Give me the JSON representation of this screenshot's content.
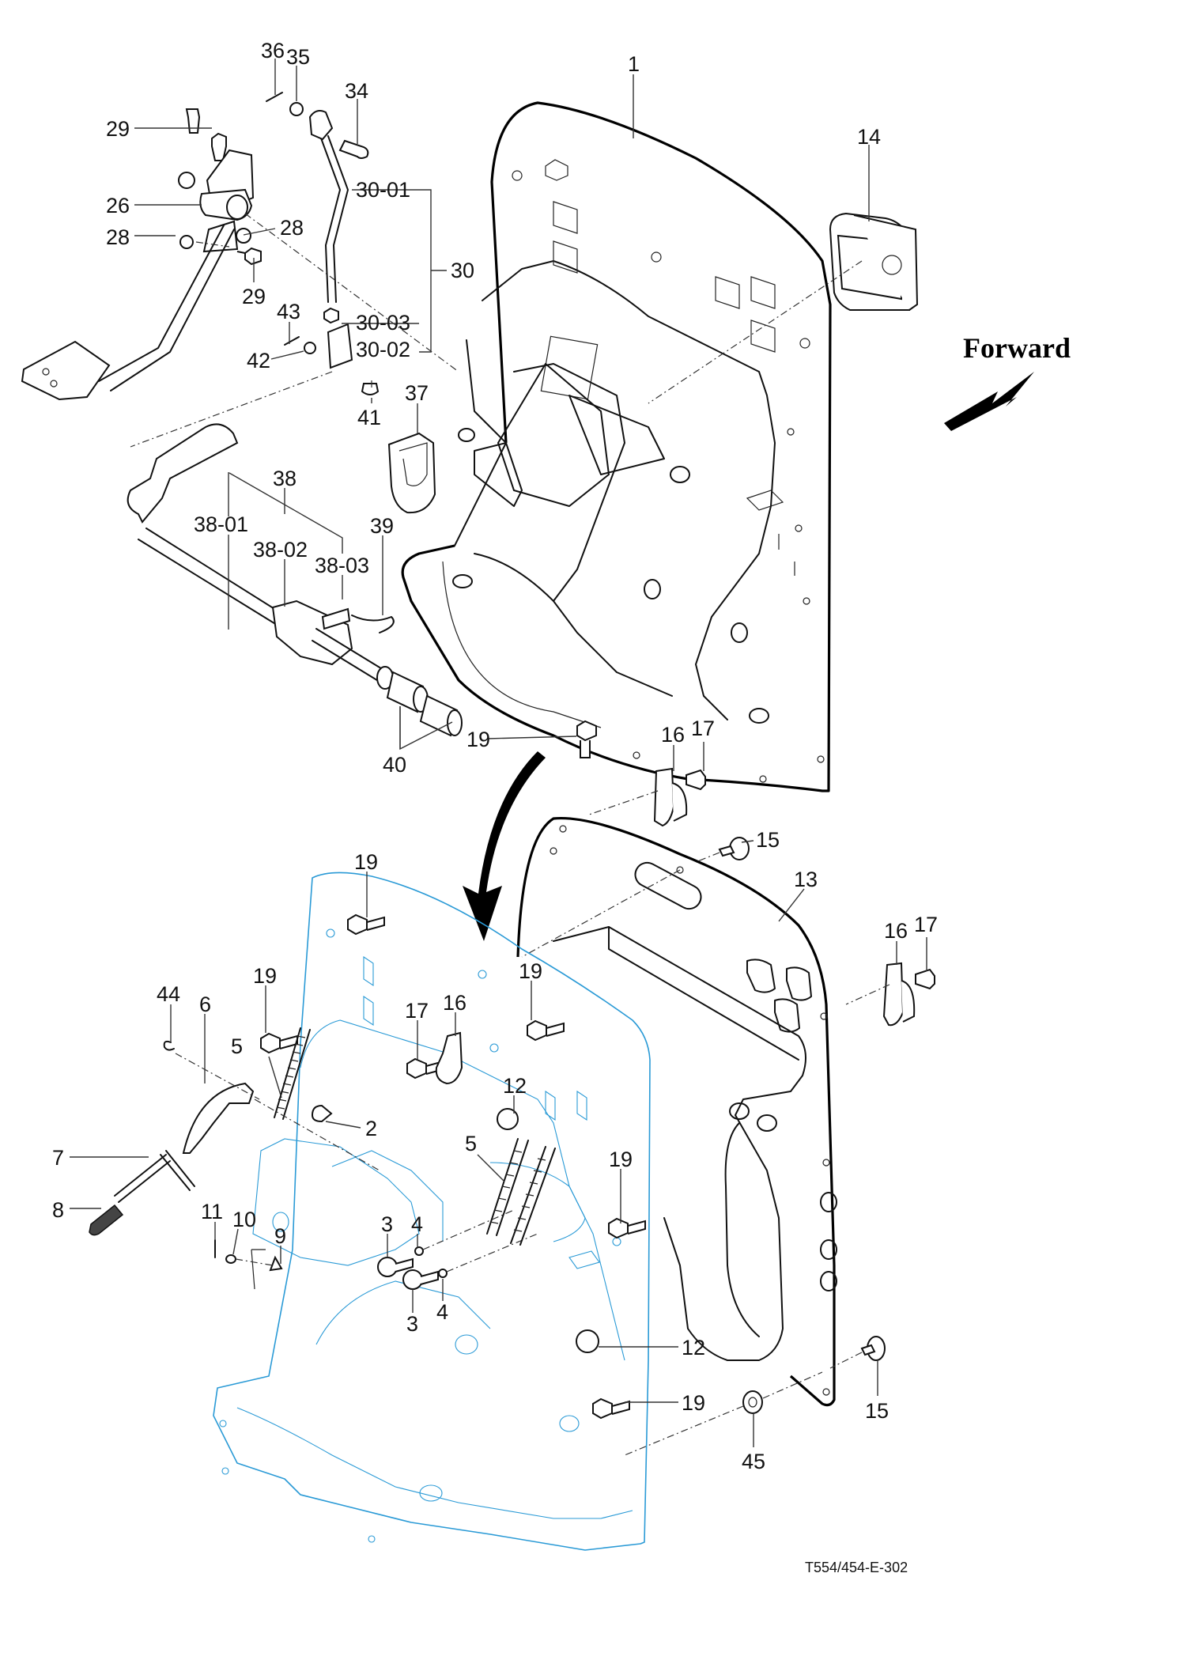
{
  "diagram": {
    "drawing_code": "T554/454-E-302",
    "direction_label": "Forward",
    "highlight_color": "#2a9ad6",
    "callouts": [
      {
        "id": "c1",
        "text": "1"
      },
      {
        "id": "c14",
        "text": "14"
      },
      {
        "id": "c36",
        "text": "36"
      },
      {
        "id": "c35",
        "text": "35"
      },
      {
        "id": "c34",
        "text": "34"
      },
      {
        "id": "c29a",
        "text": "29"
      },
      {
        "id": "c26",
        "text": "26"
      },
      {
        "id": "c28a",
        "text": "28"
      },
      {
        "id": "c28b",
        "text": "28"
      },
      {
        "id": "c29b",
        "text": "29"
      },
      {
        "id": "c30-01",
        "text": "30-01"
      },
      {
        "id": "c30",
        "text": "30"
      },
      {
        "id": "c30-03",
        "text": "30-03"
      },
      {
        "id": "c30-02",
        "text": "30-02"
      },
      {
        "id": "c43",
        "text": "43"
      },
      {
        "id": "c42",
        "text": "42"
      },
      {
        "id": "c41",
        "text": "41"
      },
      {
        "id": "c37",
        "text": "37"
      },
      {
        "id": "c38",
        "text": "38"
      },
      {
        "id": "c38-01",
        "text": "38-01"
      },
      {
        "id": "c38-02",
        "text": "38-02"
      },
      {
        "id": "c38-03",
        "text": "38-03"
      },
      {
        "id": "c39",
        "text": "39"
      },
      {
        "id": "c40",
        "text": "40"
      },
      {
        "id": "c19a",
        "text": "19"
      },
      {
        "id": "c16a",
        "text": "16"
      },
      {
        "id": "c17a",
        "text": "17"
      },
      {
        "id": "c15a",
        "text": "15"
      },
      {
        "id": "c13",
        "text": "13"
      },
      {
        "id": "c16b",
        "text": "16"
      },
      {
        "id": "c17b",
        "text": "17"
      },
      {
        "id": "c19b",
        "text": "19"
      },
      {
        "id": "c19c",
        "text": "19"
      },
      {
        "id": "c44",
        "text": "44"
      },
      {
        "id": "c6",
        "text": "6"
      },
      {
        "id": "c5a",
        "text": "5"
      },
      {
        "id": "c17c",
        "text": "17"
      },
      {
        "id": "c16c",
        "text": "16"
      },
      {
        "id": "c19d",
        "text": "19"
      },
      {
        "id": "c12a",
        "text": "12"
      },
      {
        "id": "c2",
        "text": "2"
      },
      {
        "id": "c7",
        "text": "7"
      },
      {
        "id": "c5b",
        "text": "5"
      },
      {
        "id": "c19e",
        "text": "19"
      },
      {
        "id": "c8",
        "text": "8"
      },
      {
        "id": "c11",
        "text": "11"
      },
      {
        "id": "c10",
        "text": "10"
      },
      {
        "id": "c3a",
        "text": "3"
      },
      {
        "id": "c4a",
        "text": "4"
      },
      {
        "id": "c9",
        "text": "9"
      },
      {
        "id": "c4b",
        "text": "4"
      },
      {
        "id": "c3b",
        "text": "3"
      },
      {
        "id": "c12b",
        "text": "12"
      },
      {
        "id": "c19f",
        "text": "19"
      },
      {
        "id": "c45",
        "text": "45"
      },
      {
        "id": "c15b",
        "text": "15"
      }
    ]
  }
}
